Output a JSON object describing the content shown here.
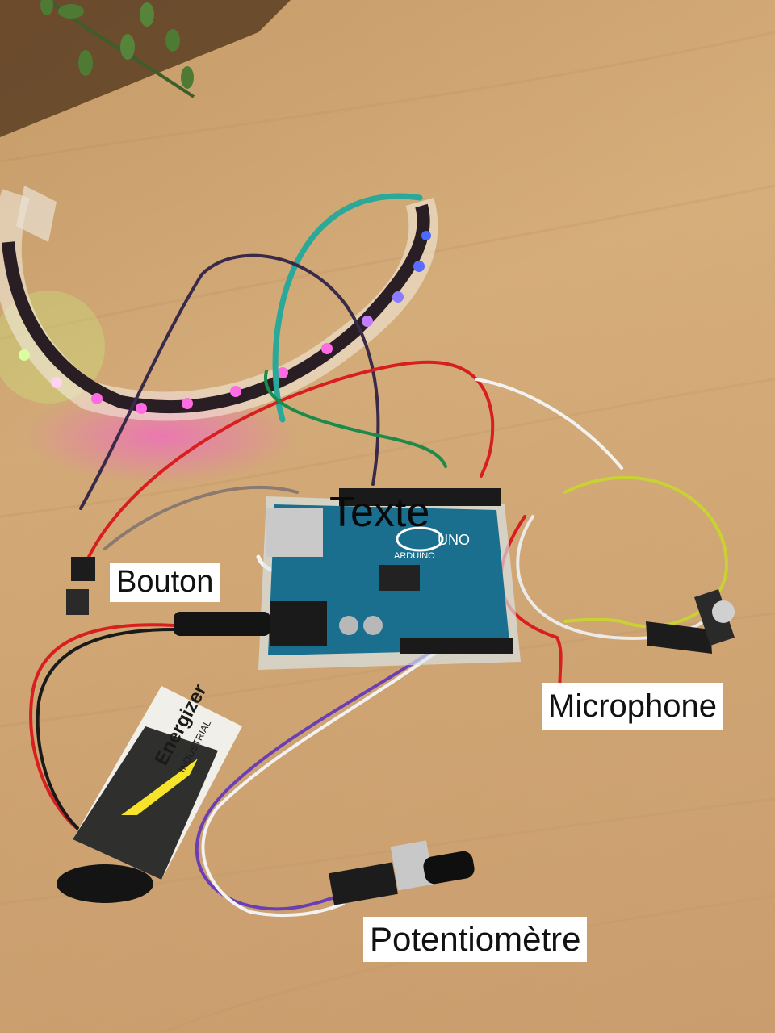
{
  "labels": {
    "texte": "Texte",
    "bouton": "Bouton",
    "microphone": "Microphone",
    "potentiometre": "Potentiomètre"
  },
  "board_markings": {
    "model": "UNO",
    "brand": "ARDUINO"
  },
  "battery": {
    "brand": "Energizer",
    "line": "INDUSTRIAL"
  },
  "colors": {
    "wood": "#d2a773",
    "board": "#1b6f8e",
    "led_strip": "#ff3ad1",
    "led_blue": "#4a6bff",
    "battery": "#1a1a1a"
  }
}
